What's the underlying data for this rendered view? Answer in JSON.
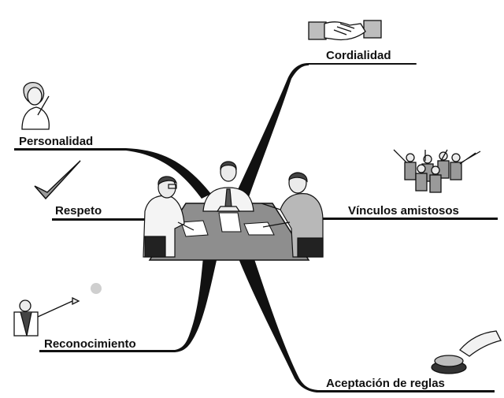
{
  "mind_map": {
    "branches": [
      {
        "label": "Cordialidad",
        "icon": "handshake-icon"
      },
      {
        "label": "Personalidad",
        "icon": "woman-portrait-icon"
      },
      {
        "label": "Respeto",
        "icon": "checkmark-icon"
      },
      {
        "label": "Vínculos amistosos",
        "icon": "group-celebrating-icon"
      },
      {
        "label": "Reconocimiento",
        "icon": "pointing-man-icon"
      },
      {
        "label": "Aceptación de reglas",
        "icon": "start-button-icon"
      }
    ],
    "center": {
      "icon": "meeting-table-icon"
    }
  },
  "colors": {
    "ink": "#111111",
    "table": "#8e8e8e",
    "suit": "#b8b8b8",
    "shirt": "#f4f4f4",
    "skin": "#ebebeb"
  }
}
